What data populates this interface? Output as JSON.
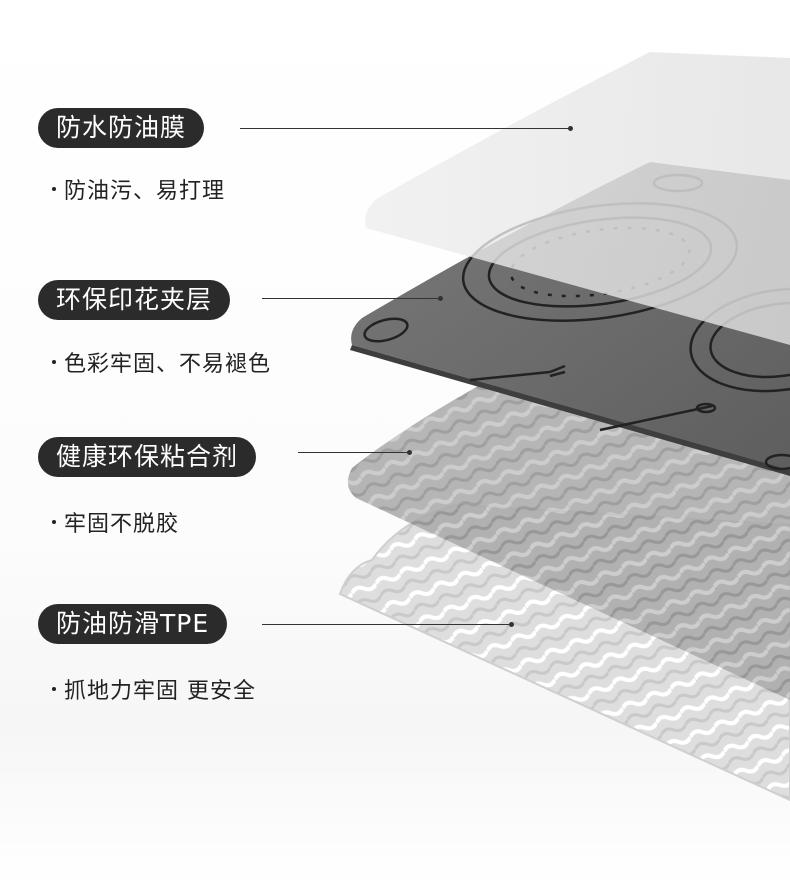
{
  "layers": [
    {
      "title": "防水防油膜",
      "description": "防油污、易打理"
    },
    {
      "title": "环保印花夹层",
      "description": "色彩牢固、不易褪色"
    },
    {
      "title": "健康环保粘合剂",
      "description": "牢固不脱胶"
    },
    {
      "title": "防油防滑TPE",
      "description": "抓地力牢固 更安全"
    }
  ],
  "colors": {
    "pill_background": "#2b2b2b",
    "pill_text": "#ffffff",
    "print_layer": "#6a6a6a",
    "film_layer": "#e6e6e6",
    "adhesive_layer": "#9a9a9a",
    "tpe_layer": "#d8d8d8"
  }
}
